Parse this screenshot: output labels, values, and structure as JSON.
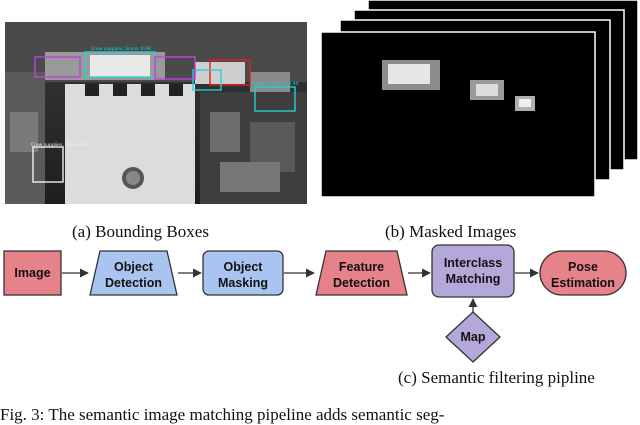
{
  "panel_a": {
    "caption": "(a) Bounding Boxes",
    "detection_labels": [
      "Crew supplies, Score: 0.98",
      "Crew supplies, Score: 0.97",
      "Handrail, Score: 0.94"
    ]
  },
  "panel_b": {
    "caption": "(b) Masked Images"
  },
  "pipeline": {
    "caption": "(c) Semantic filtering pipline",
    "nodes": {
      "image": "Image",
      "object_detection": [
        "Object",
        "Detection"
      ],
      "object_masking": [
        "Object",
        "Masking"
      ],
      "feature_detection": [
        "Feature",
        "Detection"
      ],
      "interclass_matching": [
        "Interclass",
        "Matching"
      ],
      "pose_estimation": [
        "Pose",
        "Estimation"
      ],
      "map": "Map"
    }
  },
  "figure_text": "Fig. 3: The semantic image matching pipeline adds semantic seg-",
  "colors": {
    "red_node": "#e6838a",
    "blue_node": "#a9c4f0",
    "purple_node": "#b4a7d9",
    "stroke": "#333333"
  }
}
